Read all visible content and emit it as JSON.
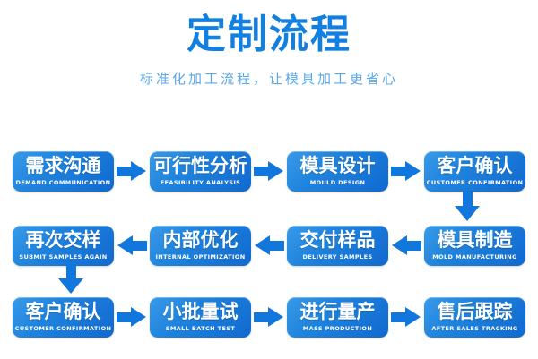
{
  "header": {
    "title": "定制流程",
    "subtitle": "标准化加工流程，让模具加工更省心",
    "title_color": "#1180e0",
    "subtitle_color": "#5aa7e8"
  },
  "theme": {
    "node_fill_light": "#3a9ae8",
    "node_fill_mid": "#1f84de",
    "node_fill_dark": "#1169cf",
    "arrow_color": "#1277dd",
    "background": "#ffffff",
    "node_text_color": "#ffffff"
  },
  "flow": {
    "rows": [
      {
        "direction": "right",
        "nodes": [
          {
            "cn": "需求沟通",
            "en": "DEMAND COMMUNICATION"
          },
          {
            "cn": "可行性分析",
            "en": "FEASIBILITY ANALYSIS"
          },
          {
            "cn": "模具设计",
            "en": "MOULD DESIGN"
          },
          {
            "cn": "客户确认",
            "en": "CUSTOMER CONFIRMATION"
          }
        ]
      },
      {
        "direction": "left",
        "nodes": [
          {
            "cn": "再次交样",
            "en": "SUBMIT SAMPLES AGAIN"
          },
          {
            "cn": "内部优化",
            "en": "INTERNAL OPTIMIZATION"
          },
          {
            "cn": "交付样品",
            "en": "DELIVERY SAMPLES"
          },
          {
            "cn": "模具制造",
            "en": "MOLD MANUFACTURING"
          }
        ]
      },
      {
        "direction": "right",
        "nodes": [
          {
            "cn": "客户确认",
            "en": "CUSTOMER CONFIRMATION"
          },
          {
            "cn": "小批量试",
            "en": "SMALL BATCH TEST"
          },
          {
            "cn": "进行量产",
            "en": "MASS PRODUCTION"
          },
          {
            "cn": "售后跟踪",
            "en": "AFTER SALES TRACKING"
          }
        ]
      }
    ],
    "connectors": [
      {
        "name": "row1-to-row2-down-arrow",
        "direction": "down",
        "from": "客户确认",
        "to": "模具制造"
      },
      {
        "name": "row2-to-row3-down-arrow",
        "direction": "down",
        "from": "再次交样",
        "to": "客户确认"
      }
    ]
  }
}
